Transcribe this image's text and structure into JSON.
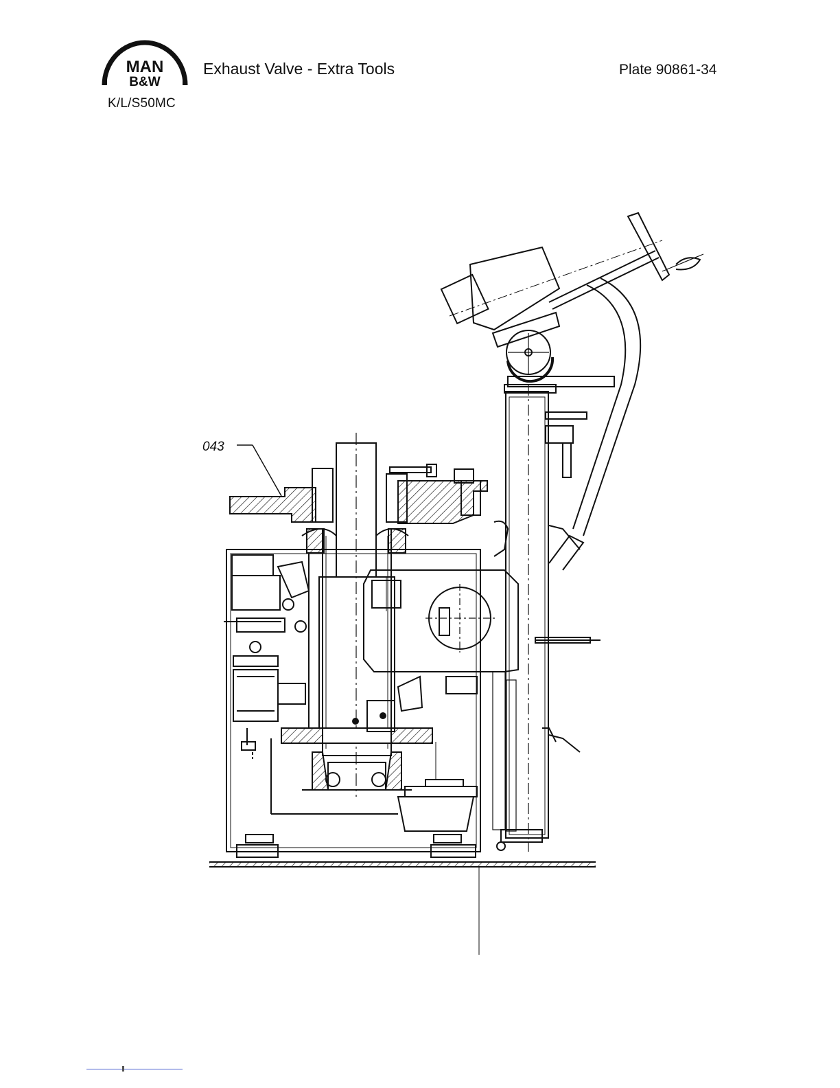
{
  "header": {
    "logo": {
      "line1": "MAN",
      "line2": "B&W"
    },
    "title": "Exhaust Valve - Extra Tools",
    "plate": "Plate 90861-34",
    "model": "K/L/S50MC"
  },
  "drawing": {
    "part_label": "043"
  }
}
